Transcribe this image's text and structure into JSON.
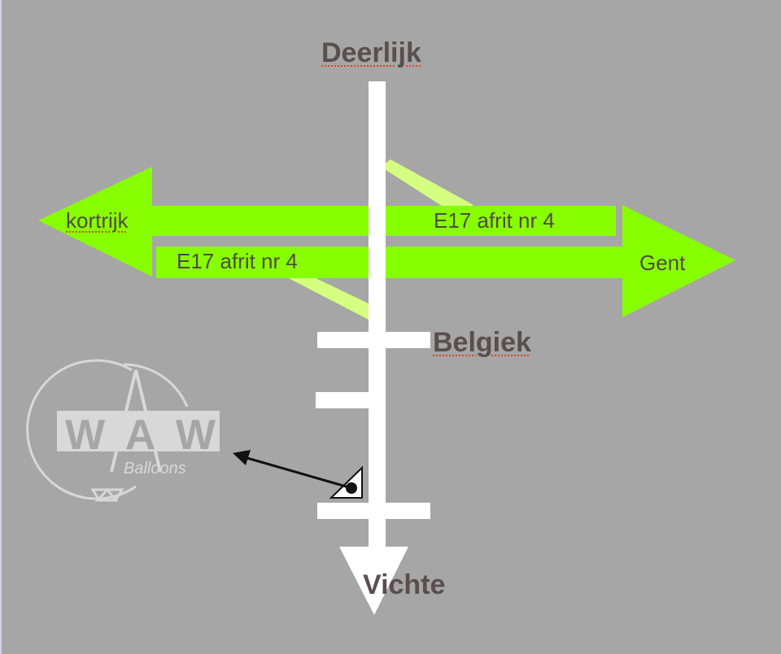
{
  "labels": {
    "north": "Deerlijk",
    "south": "Vichte",
    "belgiek": "Belgiek",
    "west": "kortrijk",
    "east": "Gent",
    "exit_top": "E17 afrit nr 4",
    "exit_bottom": "E17 afrit nr 4"
  },
  "logo": {
    "main": "WAW",
    "sub": "Balloons"
  },
  "colors": {
    "background": "#a6a6a6",
    "highway": "#88ff00",
    "ramp": "#d4ff80",
    "road": "#ffffff"
  }
}
